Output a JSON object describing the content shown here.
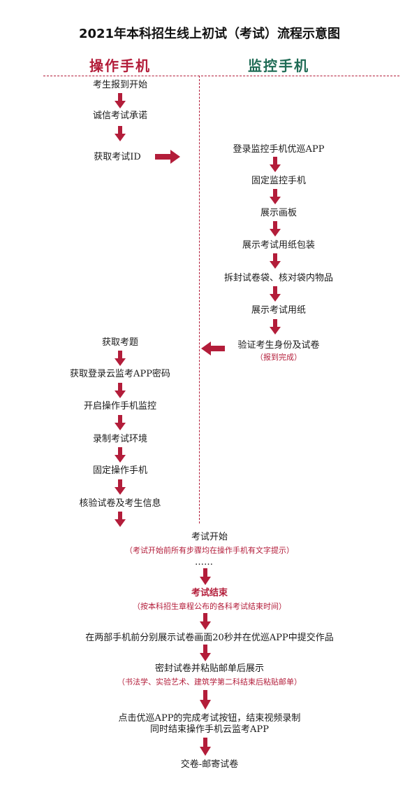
{
  "title": "2021年本科招生线上初试（考试）流程示意图",
  "columns": {
    "left": "操作手机",
    "right": "监控手机"
  },
  "left_steps": [
    "考生报到开始",
    "诚信考试承诺",
    "获取考试ID",
    "获取考题",
    "获取登录云监考APP密码",
    "开启操作手机监控",
    "录制考试环境",
    "固定操作手机",
    "核验试卷及考生信息"
  ],
  "right_steps": [
    "登录监控手机优巡APP",
    "固定监控手机",
    "展示画板",
    "展示考试用纸包装",
    "拆封试卷袋、核对袋内物品",
    "展示考试用纸",
    "验证考生身份及试卷"
  ],
  "right_note": "（报到完成）",
  "bottom": {
    "exam_start": "考试开始",
    "exam_start_note": "（考试开始前所有步骤均在操作手机有文字提示）",
    "ellipsis": "……",
    "exam_end": "考试结束",
    "exam_end_note": "（按本科招生章程公布的各科考试结束时间）",
    "submit_line": "在两部手机前分别展示试卷画面20秒并在优巡APP中提交作品",
    "seal": "密封试卷并粘贴邮单后展示",
    "seal_note": "（书法学、实验艺术、建筑学第二科结束后粘贴邮单）",
    "finish_line1": "点击优巡APP的完成考试按钮，结束视频录制",
    "finish_line2": "同时结束操作手机云监考APP",
    "final": "交卷-邮寄试卷"
  },
  "colors": {
    "accent": "#b31d3a",
    "header_right": "#1f6b55",
    "text": "#1a1a1a"
  }
}
